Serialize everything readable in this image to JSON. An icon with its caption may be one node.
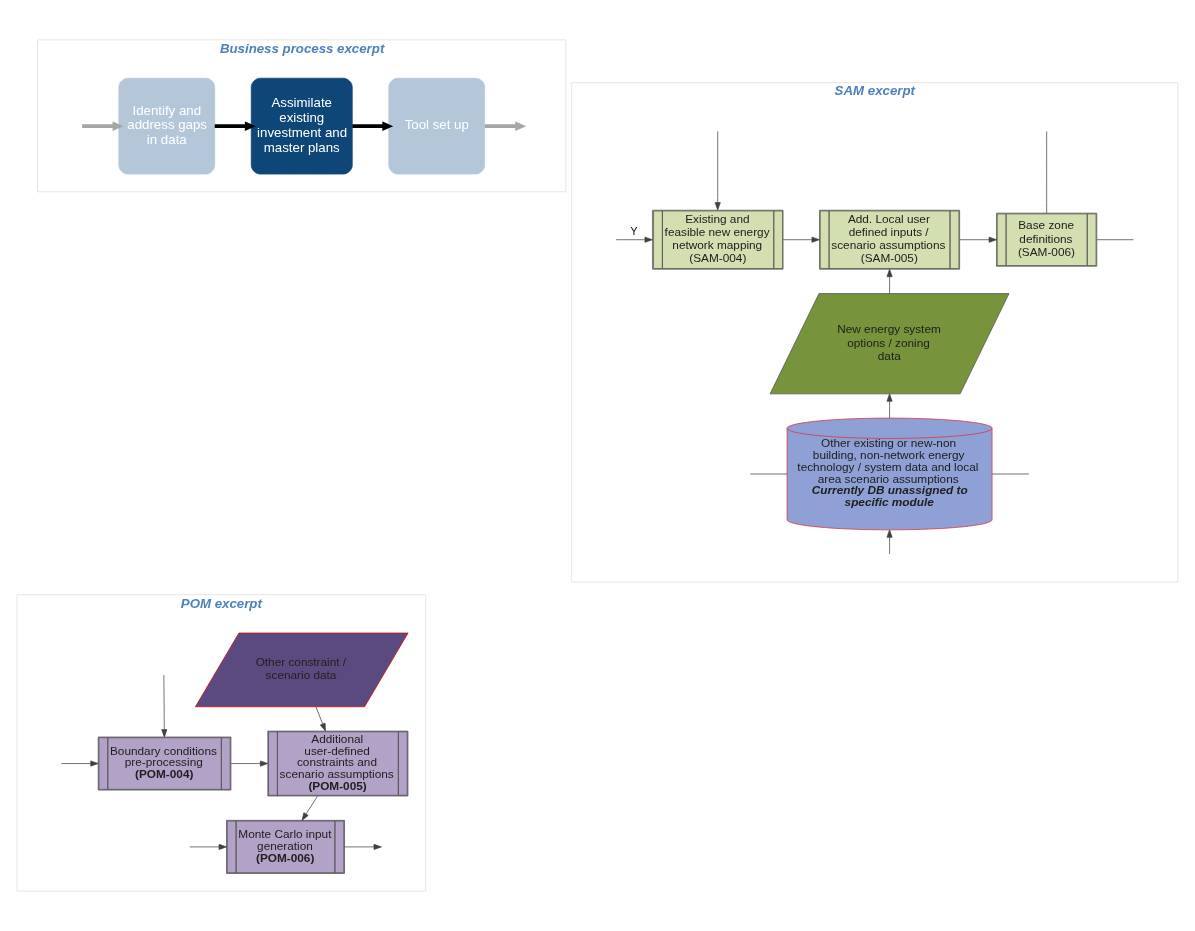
{
  "diagram": {
    "nodes": [
      {
        "text": [
          "Business process excerpt"
        ]
      },
      {
        "text": [
          "Identify and address gaps in data"
        ],
        "in": 0
      },
      {
        "text": [
          "Assimilate existing investment and master plans"
        ],
        "in": 0
      },
      {
        "text": [
          "Tool set up"
        ],
        "in": 0
      },
      {
        "text": [
          "SAM excerpt"
        ]
      },
      {
        "text": [
          "Existing and feasible new energy network mapping (SAM-004)"
        ],
        "in": 4
      },
      {
        "text": [
          "Add. Local user defined inputs / scenario assumptions (SAM-005)"
        ],
        "in": 4
      },
      {
        "text": [
          "Base zone definitions (SAM-006)"
        ],
        "in": 4
      },
      {
        "text": [
          "New energy system options / zoning data"
        ],
        "in": 4
      },
      {
        "text": [
          "Other existing or new-non building, non-network energy technology / system data and local area scenario assumptions",
          "Currently DB unassigned to specific module"
        ],
        "in": 4
      },
      {
        "text": [
          "POM excerpt"
        ]
      },
      {
        "text": [
          "Other constraint / scenario data"
        ],
        "in": 10
      },
      {
        "text": [
          "Boundary conditions pre-processing",
          "(POM-004)"
        ],
        "in": 10
      },
      {
        "text": [
          "Additional user-defined constraints and scenario assumptions",
          "(POM-005)"
        ],
        "in": 10
      },
      {
        "text": [
          "Monte Carlo input generation",
          "(POM-006)"
        ],
        "in": 10
      }
    ],
    "edges": [
      {
        "from": null,
        "to": 1,
        "arrow": "to",
        "style": "thick",
        "color": "#a6a6a6"
      },
      {
        "from": 1,
        "to": 2,
        "arrow": "to",
        "style": "thick",
        "color": "#000000"
      },
      {
        "from": 2,
        "to": 3,
        "arrow": "to",
        "style": "thick",
        "color": "#000000"
      },
      {
        "from": 3,
        "to": null,
        "arrow": "to",
        "style": "thick",
        "color": "#a6a6a6"
      },
      {
        "from": null,
        "to": 5,
        "arrow": "to"
      },
      {
        "from": null,
        "to": 5,
        "arrow": "to",
        "label": "Y"
      },
      {
        "from": 5,
        "to": 6,
        "arrow": "to"
      },
      {
        "from": 6,
        "to": 7,
        "arrow": "to"
      },
      {
        "from": null,
        "to": 7,
        "arrow": "none"
      },
      {
        "from": 7,
        "to": null,
        "arrow": "none"
      },
      {
        "from": 8,
        "to": 6,
        "arrow": "to"
      },
      {
        "from": 9,
        "to": 8,
        "arrow": "to"
      },
      {
        "from": 9,
        "to": null,
        "arrow": "none"
      },
      {
        "from": 9,
        "to": null,
        "arrow": "none"
      },
      {
        "from": null,
        "to": 9,
        "arrow": "to"
      },
      {
        "from": null,
        "to": 12,
        "arrow": "to"
      },
      {
        "from": null,
        "to": 12,
        "arrow": "to"
      },
      {
        "from": 12,
        "to": 13,
        "arrow": "to"
      },
      {
        "from": 11,
        "to": 13,
        "arrow": "to"
      },
      {
        "from": 13,
        "to": 14,
        "arrow": "to"
      },
      {
        "from": 14,
        "to": null,
        "arrow": "to"
      },
      {
        "from": null,
        "to": 14,
        "arrow": "to"
      }
    ]
  }
}
